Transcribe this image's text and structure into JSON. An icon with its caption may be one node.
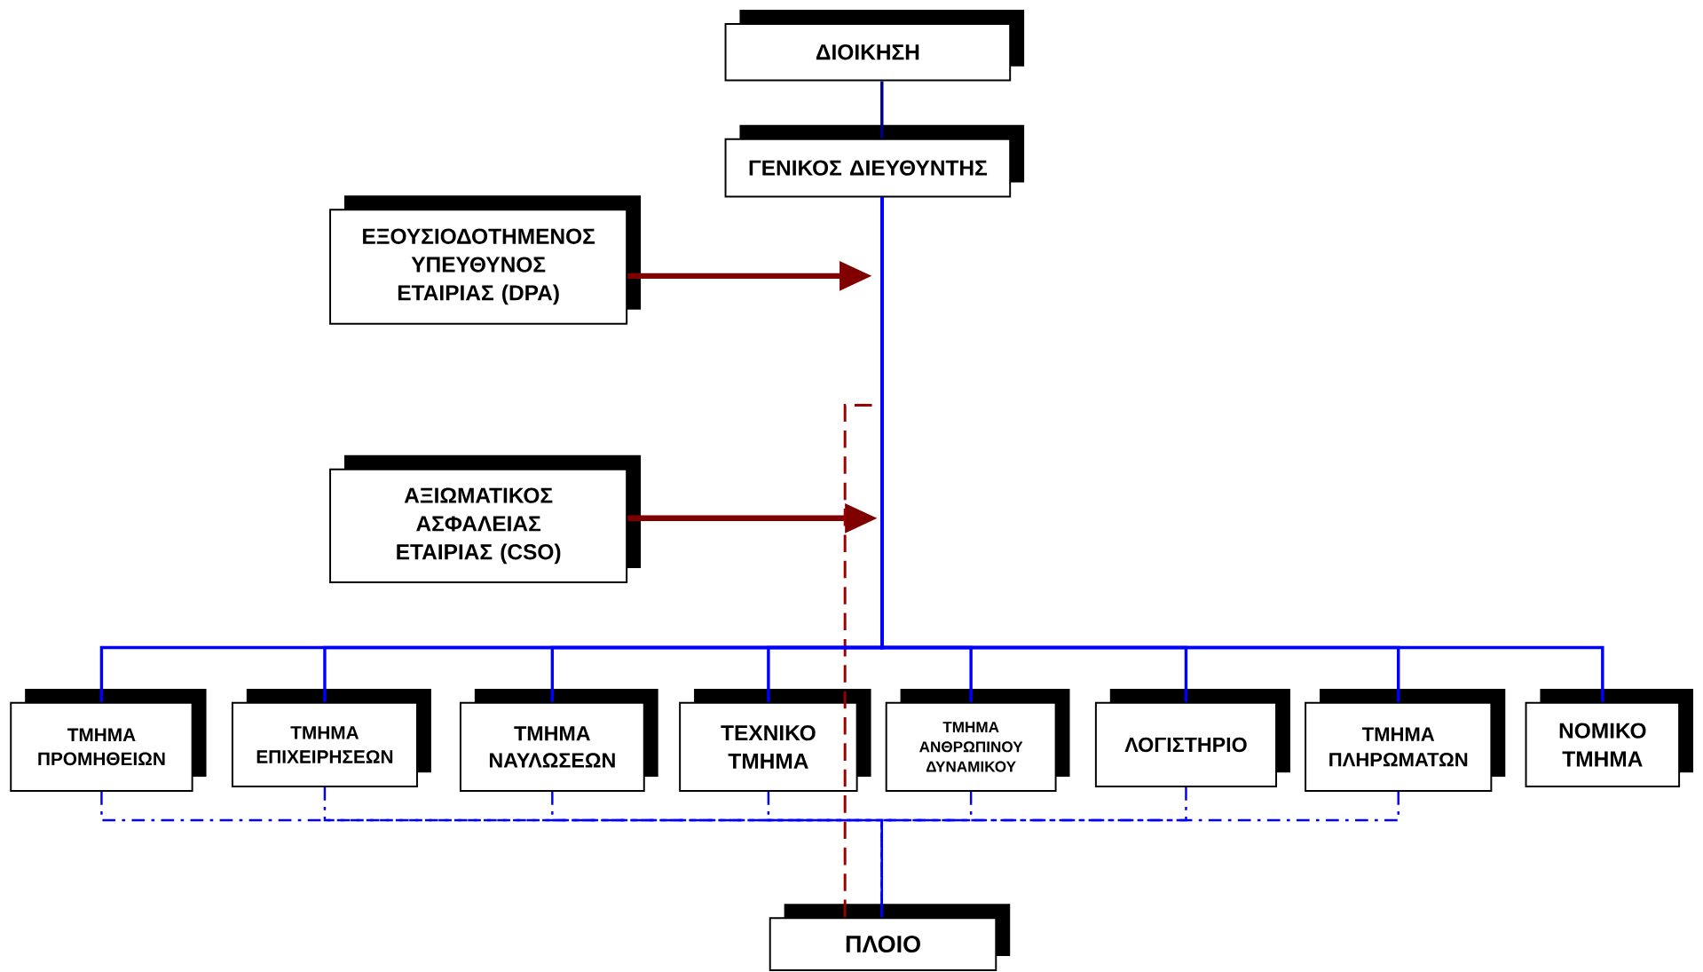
{
  "diagram": {
    "nodes": [
      {
        "text": [
          "ΔΙΟΙΚΗΣΗ"
        ]
      },
      {
        "text": [
          "ΓΕΝΙΚΟΣ ΔΙΕΥΘΥΝΤΗΣ"
        ]
      },
      {
        "text": [
          "ΕΞΟΥΣΙΟΔΟΤΗΜΕΝΟΣ ΥΠΕΥΘΥΝΟΣ ΕΤΑΙΡΙΑΣ (DPA)"
        ]
      },
      {
        "text": [
          "ΑΞΙΩΜΑΤΙΚΟΣ ΑΣΦΑΛΕΙΑΣ ΕΤΑΙΡΙΑΣ (CSO)"
        ]
      },
      {
        "text": [
          "ΤΜΗΜΑ ΠΡΟΜΗΘΕΙΩΝ"
        ]
      },
      {
        "text": [
          "ΤΜΗΜΑ ΕΠΙΧΕΙΡΗΣΕΩΝ"
        ]
      },
      {
        "text": [
          "ΤΜΗΜΑ ΝΑΥΛΩΣΕΩΝ"
        ]
      },
      {
        "text": [
          "ΤΕΧΝΙΚΟ ΤΜΗΜΑ"
        ]
      },
      {
        "text": [
          "ΤΜΗΜΑ ΑΝΘΡΩΠΙΝΟΥ ΔΥΝΑΜΙΚΟΥ"
        ]
      },
      {
        "text": [
          "ΛΟΓΙΣΤΗΡΙΟ"
        ]
      },
      {
        "text": [
          "ΤΜΗΜΑ ΠΛΗΡΩΜΑΤΩΝ"
        ]
      },
      {
        "text": [
          "ΝΟΜΙΚΟ ΤΜΗΜΑ"
        ]
      },
      {
        "text": [
          "ΠΛΟΙΟ"
        ]
      }
    ],
    "edges": [
      {
        "from": 0,
        "to": 1,
        "arrow": "none",
        "color": "#000080"
      },
      {
        "from": 2,
        "to": null,
        "arrow": "to",
        "style": "thick",
        "color": "#800000"
      },
      {
        "from": 3,
        "to": null,
        "arrow": "to",
        "style": "thick",
        "color": "#800000"
      },
      {
        "from": 12,
        "to": null,
        "arrow": "none",
        "style": "dashed",
        "color": "#990000"
      },
      {
        "from": 1,
        "to": 4,
        "arrow": "none"
      },
      {
        "from": 1,
        "to": 5,
        "arrow": "none"
      },
      {
        "from": 1,
        "to": 6,
        "arrow": "none"
      },
      {
        "from": 1,
        "to": 7,
        "arrow": "none"
      },
      {
        "from": 1,
        "to": 8,
        "arrow": "none"
      },
      {
        "from": 1,
        "to": 9,
        "arrow": "none"
      },
      {
        "from": 1,
        "to": 10,
        "arrow": "none"
      },
      {
        "from": 1,
        "to": 11,
        "arrow": "none"
      },
      {
        "from": 4,
        "to": 12,
        "arrow": "none",
        "style": "dashed"
      },
      {
        "from": 5,
        "to": 12,
        "arrow": "none",
        "style": "dashed"
      },
      {
        "from": 6,
        "to": 12,
        "arrow": "none",
        "style": "dashed"
      },
      {
        "from": 7,
        "to": 12,
        "arrow": "none",
        "style": "dashed"
      },
      {
        "from": 8,
        "to": 12,
        "arrow": "none",
        "style": "dashed"
      },
      {
        "from": 9,
        "to": 12,
        "arrow": "none",
        "style": "dashed"
      },
      {
        "from": 10,
        "to": 12,
        "arrow": "none",
        "style": "dashed"
      }
    ]
  }
}
